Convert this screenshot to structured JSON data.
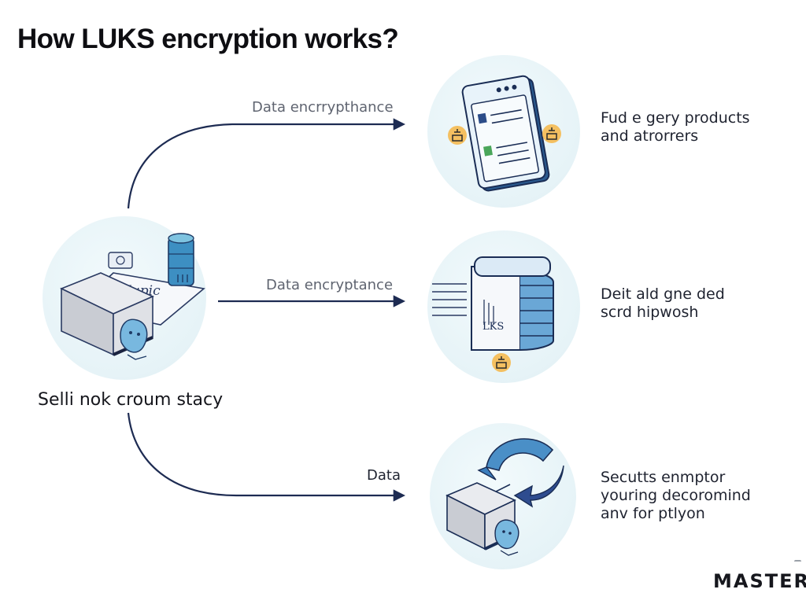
{
  "title": "How LUKS encryption works?",
  "source": {
    "label": "Selli nok croum stacy",
    "screen_text": "Hupic"
  },
  "edges": [
    {
      "label": "Data encrrypthance"
    },
    {
      "label": "Data encryptance"
    },
    {
      "label": "Data"
    }
  ],
  "nodes": [
    {
      "lines": [
        "Fud e gery products",
        "and atrorrers"
      ]
    },
    {
      "lines": [
        "Deit ald gne ded",
        "scrd hipwosh"
      ],
      "device_text": "LKS"
    },
    {
      "lines": [
        "Secutts enmptor",
        "youring decoromind",
        "anv for ptlyon"
      ]
    }
  ],
  "logo": {
    "text": "MASTER"
  },
  "colors": {
    "arrow": "#1d2b52",
    "circle": "#e6f3f7",
    "accent_blue": "#3d8fc2",
    "lock_gold": "#f4c061"
  },
  "icons": [
    "server-stack-icon",
    "document-panel-icon",
    "lock-icon",
    "disk-drive-icon",
    "shield-arrow-icon",
    "gear-icon"
  ]
}
